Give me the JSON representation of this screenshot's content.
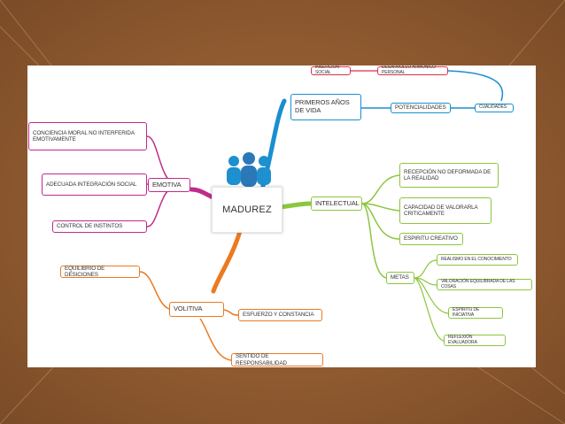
{
  "center": {
    "label": "MADUREZ",
    "icon": "people-group-icon"
  },
  "branches": {
    "primeros": {
      "label": "PRIMEROS AÑOS DE VIDA",
      "color": "#1a8fd0",
      "cualidades": "CUALIDADES",
      "potencialidades": "POTENCIALIDADES",
      "desarrollo": "DESARROLLO ARMÓNICO PERSONAL",
      "insercion": "INSERCIÓN SOCIAL"
    },
    "emotiva": {
      "label": "EMOTIVA",
      "color": "#c02b8a",
      "items": [
        "CONCIENCIA MORAL NO INTERFERIDA EMOTIVAMENTE",
        "ADECUADA INTEGRACIÓN SOCIAL",
        "CONTROL DE INSTINTOS"
      ]
    },
    "intelectual": {
      "label": "INTELECTUAL",
      "color": "#8cc63e",
      "items": [
        "RECEPCIÓN NO DEFORMADA DE LA REALIDAD",
        "CAPACIDAD DE VALORARLA CRITICAMENTE",
        "ESPIRITU CREATIVO"
      ],
      "metas": {
        "label": "METAS",
        "items": [
          "REALISMO EN EL CONOCIMIENTO",
          "VALORACIÓN EQUILIBRADA DE LAS COSAS",
          "ESPIRITU DE INICIATIVA",
          "REFLEXIÓN EVALUADORA"
        ]
      }
    },
    "volitiva": {
      "label": "VOLITIVA",
      "color": "#ea7a22",
      "items": [
        "EQUILIBRIO DE DESICIONES",
        "ESFUERZO Y CONSTANCIA",
        "SENTIDO DE RESPONSABILIDAD"
      ]
    }
  }
}
